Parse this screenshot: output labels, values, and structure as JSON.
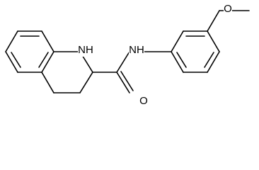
{
  "molecule": {
    "atom_labels": {
      "amine_nh": "NH",
      "amide_nh": "NH",
      "carbonyl_o": "O",
      "methoxy_o": "O"
    }
  }
}
